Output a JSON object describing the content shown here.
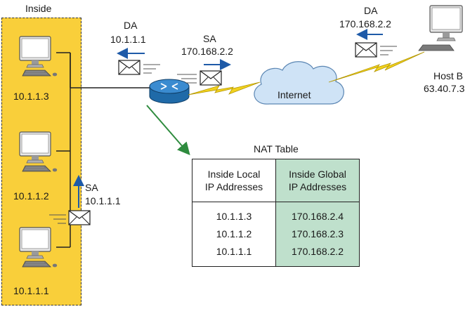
{
  "inside": {
    "title": "Inside",
    "hosts": [
      "10.1.1.3",
      "10.1.1.2",
      "10.1.1.1"
    ]
  },
  "packet_inside": {
    "sa_label": "SA",
    "sa_value": "10.1.1.1"
  },
  "router_packet": {
    "da_label": "DA",
    "da_value": "10.1.1.1"
  },
  "wan_packet": {
    "sa_label": "SA",
    "sa_value": "170.168.2.2"
  },
  "internet": {
    "label": "Internet"
  },
  "remote_packet": {
    "da_label": "DA",
    "da_value": "170.168.2.2"
  },
  "host_b": {
    "name": "Host B",
    "ip": "63.40.7.3"
  },
  "nat_table": {
    "title": "NAT Table",
    "col_local": [
      "Inside Local",
      "IP Addresses"
    ],
    "col_global": [
      "Inside Global",
      "IP Addresses"
    ],
    "rows": [
      {
        "local": "10.1.1.3",
        "global": "170.168.2.4"
      },
      {
        "local": "10.1.1.2",
        "global": "170.168.2.3"
      },
      {
        "local": "10.1.1.1",
        "global": "170.168.2.2"
      }
    ]
  },
  "colors": {
    "inside_bg": "#f9cf3a",
    "table_green": "#bfe0cc",
    "router": "#2f7fbf",
    "cloud": "#cfe3f6",
    "lightning": "#f2d21f",
    "arrow_blue": "#1e5aa8",
    "arrow_green": "#2e8b3e"
  },
  "icons": [
    "desktop-computer-icon",
    "router-icon",
    "cloud-icon",
    "envelope-icon",
    "lightning-link-icon",
    "arrow-icon"
  ]
}
